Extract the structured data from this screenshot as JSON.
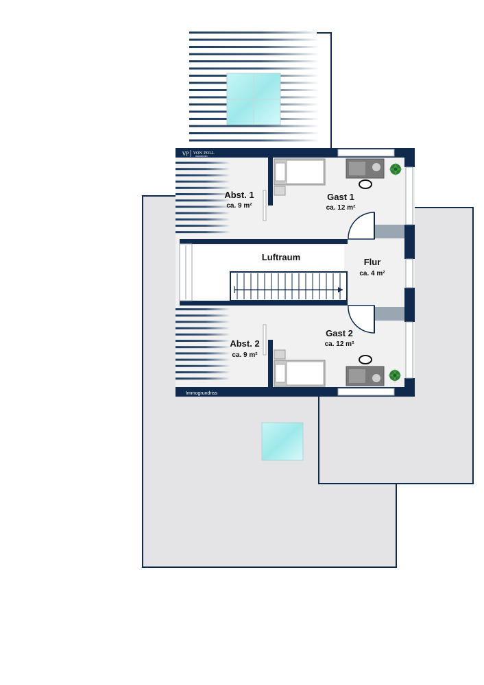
{
  "floorplan": {
    "rooms": [
      {
        "name": "Abst. 1",
        "area": "ca. 9 m²"
      },
      {
        "name": "Gast 1",
        "area": "ca. 12 m²"
      },
      {
        "name": "Luftraum",
        "area": ""
      },
      {
        "name": "Flur",
        "area": "ca. 4 m²"
      },
      {
        "name": "Abst. 2",
        "area": "ca. 9 m²"
      },
      {
        "name": "Gast 2",
        "area": "ca. 12 m²"
      }
    ],
    "logo": {
      "monogram": "VP",
      "name": "VON POLL",
      "subtitle": "IMMOBILIEN"
    },
    "footer": "Immogrundriss"
  },
  "colors": {
    "wall": "#0f2a4d",
    "roof": "#e4e4e6",
    "floor": "#f1f1f2",
    "slat": "#1a3a5e",
    "window": "#a8ecec",
    "plant": "#2e7d32"
  }
}
